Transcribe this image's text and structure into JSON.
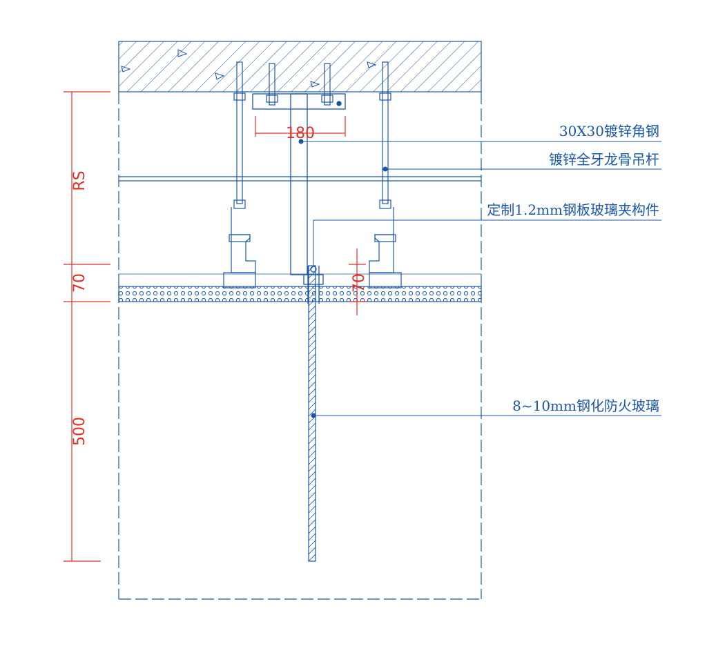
{
  "labels": {
    "angle_steel": "30X30镀锌角钢",
    "hanger_rod": "镀锌全牙龙骨吊杆",
    "clamp": "定制1.2mm钢板玻璃夹构件",
    "glass": "8~10mm钢化防火玻璃"
  },
  "dimensions": {
    "rs": "RS",
    "seventy_left": "70",
    "five_hundred": "500",
    "one_eighty": "180",
    "seventy_inner": "70"
  },
  "colors": {
    "line": "#1a56a8",
    "dimension": "#e0302a"
  }
}
